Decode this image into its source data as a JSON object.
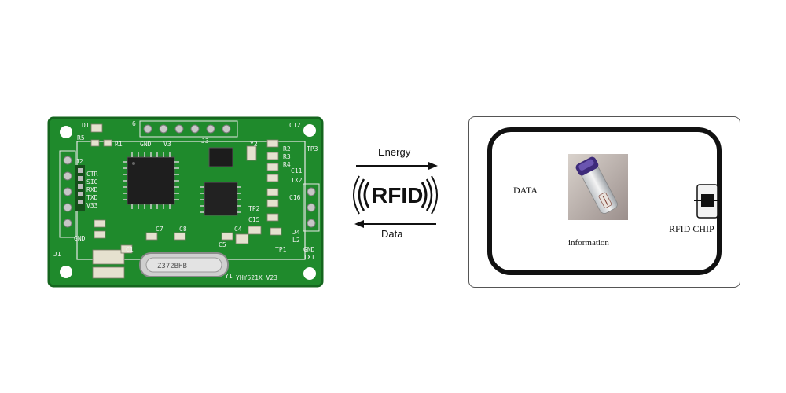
{
  "reader": {
    "labels": {
      "d1": "D1",
      "r5": "R5",
      "r1": "R1",
      "six": "6",
      "gnd_top": "GND",
      "v3": "V3",
      "j3": "J3",
      "c12": "C12",
      "tp3": "TP3",
      "y2": "Y2",
      "r2": "R2",
      "r3": "R3",
      "r4": "R4",
      "c11": "C11",
      "j2": "J2",
      "ctr": "CTR",
      "sig": "SIG",
      "rxd": "RXD",
      "txd": "TXD",
      "v33": "V33",
      "gnd_left": "GND",
      "j1": "J1",
      "c7": "C7",
      "c8": "C8",
      "c4": "C4",
      "c5": "C5",
      "tx2": "TX2",
      "c16": "C16",
      "tp2": "TP2",
      "c15": "C15",
      "j4": "J4",
      "l2": "L2",
      "tp1": "TP1",
      "gnd_right": "GND",
      "tx1": "TX1",
      "c1": "C1",
      "y1": "Y1",
      "crystal": "Z372BHB",
      "model": "YHY521X V23"
    }
  },
  "middle": {
    "energy": "Energy",
    "data": "Data",
    "logo": "RFID"
  },
  "card": {
    "data_label": "DATA",
    "info_label": "information",
    "chip_label": "RFID CHIP"
  },
  "colors": {
    "pcb": "#1f8a2c",
    "pcb_dark": "#14661e",
    "silkscreen": "#f2f2f2",
    "chip": "#222222"
  }
}
